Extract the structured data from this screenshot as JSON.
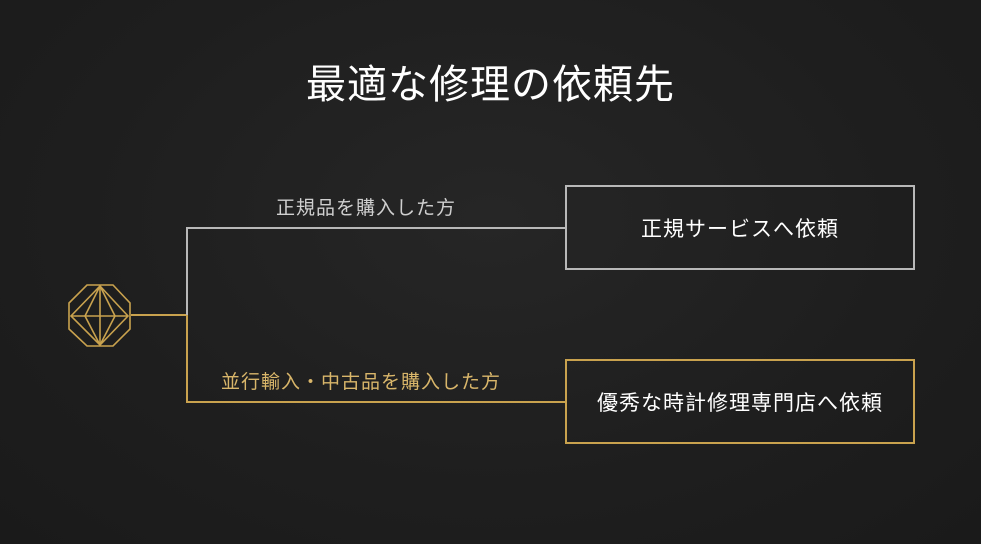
{
  "title": "最適な修理の依頼先",
  "branches": [
    {
      "condition": "正規品を購入した方",
      "destination": "正規サービスへ依頼"
    },
    {
      "condition": "並行輸入・中古品を購入した方",
      "destination": "優秀な時計修理専門店へ依頼"
    }
  ],
  "colors": {
    "background": "#1f1f1f",
    "silver": "#b8b8b8",
    "gold": "#c9a24e",
    "text": "#ffffff"
  },
  "icons": {
    "root": "geometric-diamond-icon"
  }
}
